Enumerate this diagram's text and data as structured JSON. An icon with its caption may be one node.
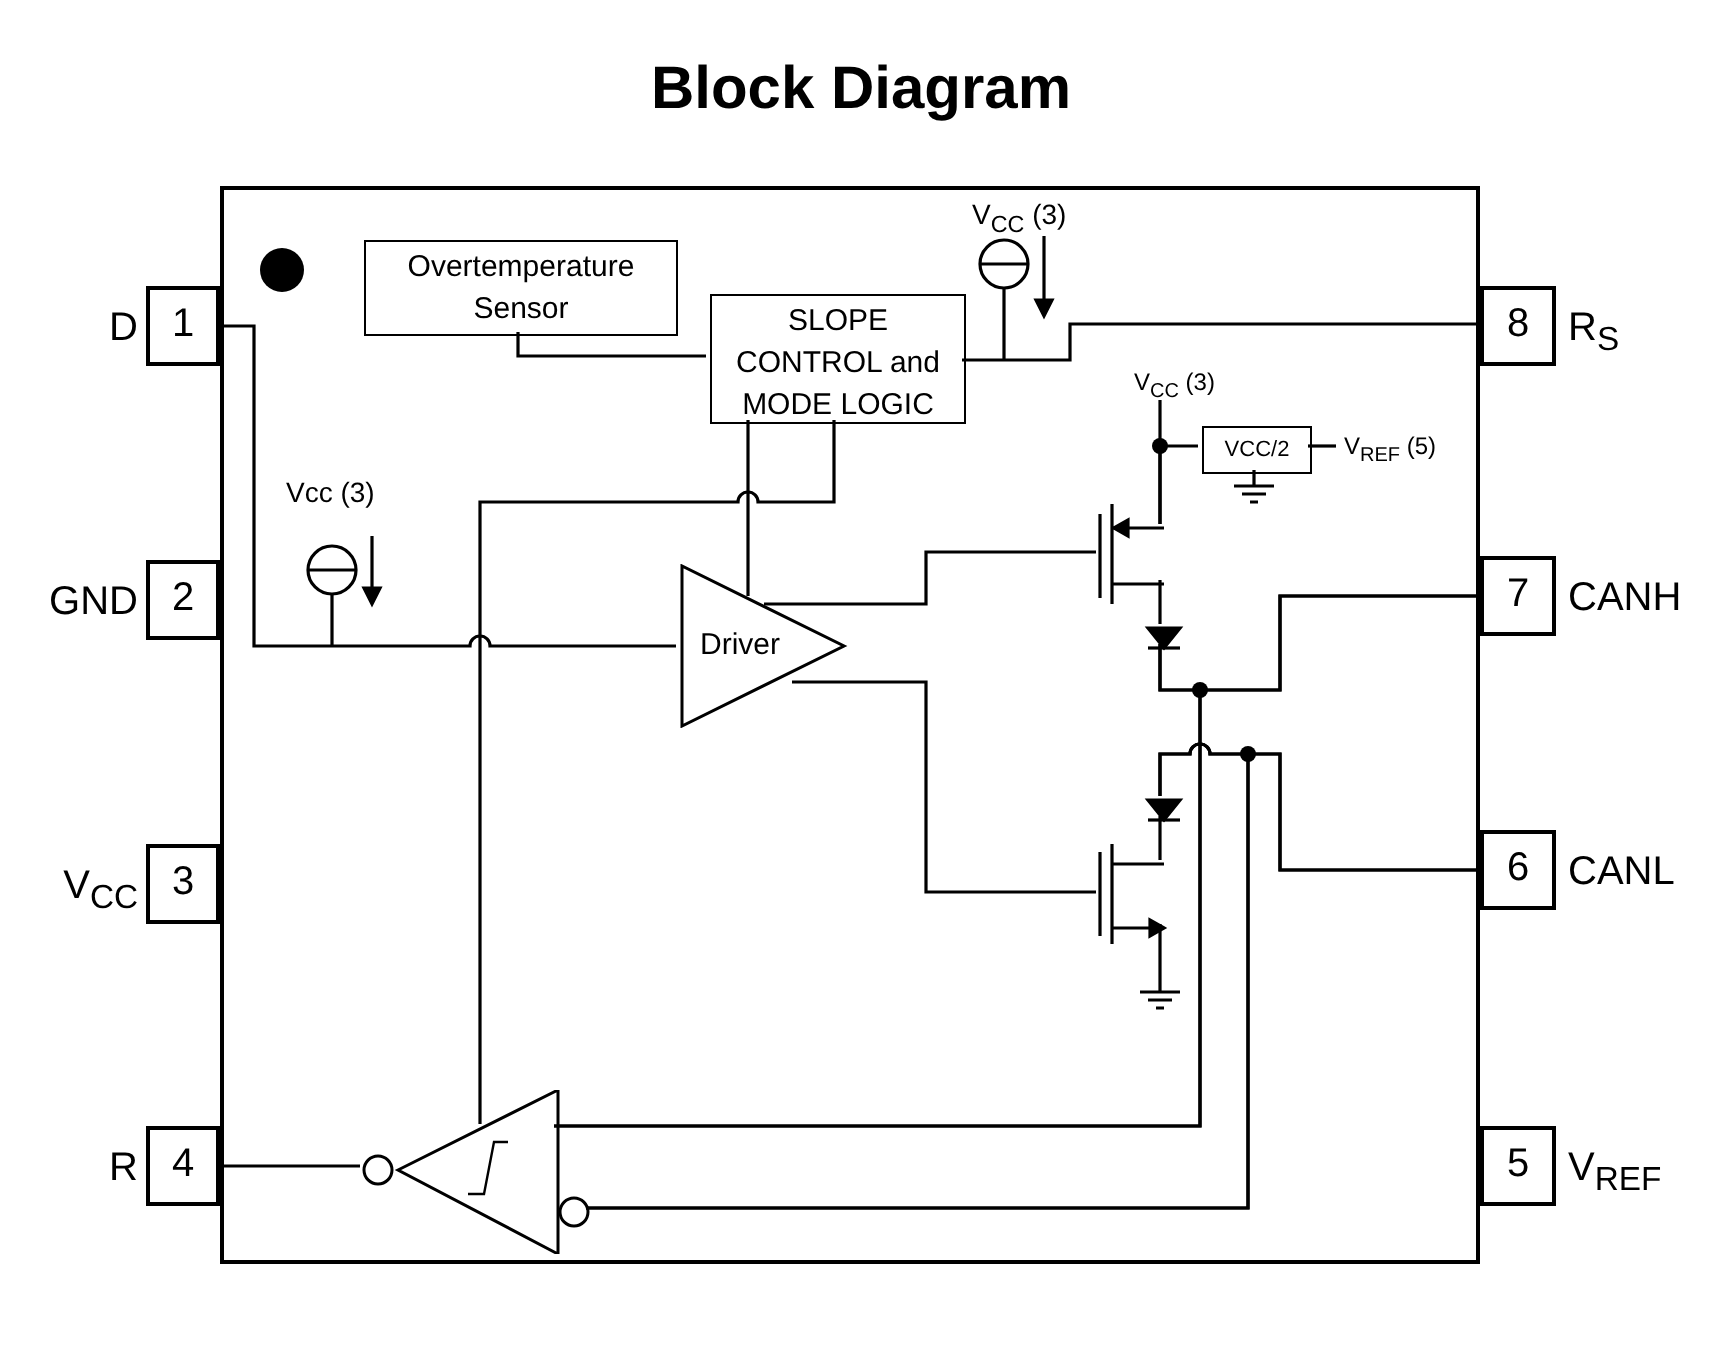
{
  "diagram": {
    "title": "Block Diagram",
    "nodes": [
      {
        "text": [],
        "shape": "box"
      },
      {
        "text": [
          "1"
        ],
        "beside": [
          "D"
        ]
      },
      {
        "text": [
          "2"
        ],
        "beside": [
          "GND"
        ]
      },
      {
        "text": [
          "3"
        ],
        "beside": [
          "V$_{CC}$"
        ]
      },
      {
        "text": [
          "4"
        ],
        "beside": [
          "R"
        ]
      },
      {
        "text": [
          "8"
        ],
        "beside": [
          "R$_{S}$"
        ]
      },
      {
        "text": [
          "7"
        ],
        "beside": [
          "CANH"
        ]
      },
      {
        "text": [
          "6"
        ],
        "beside": [
          "CANL"
        ]
      },
      {
        "text": [
          "5"
        ],
        "beside": [
          "V$_{REF}$"
        ]
      },
      {
        "text": [
          "Overtemperature Sensor"
        ],
        "in": 0
      },
      {
        "text": [
          "SLOPE CONTROL and MODE LOGIC"
        ],
        "in": 0
      },
      {
        "text": [
          "Driver"
        ],
        "in": 0
      },
      {
        "text": [
          "VCC/2"
        ],
        "in": 0
      },
      {
        "text": [],
        "shape": "triangle",
        "in": 0
      },
      {
        "text": [
          "V$_{REF}$ (5)"
        ],
        "in": 0
      },
      {
        "text": [],
        "shape": "transistor",
        "in": 0
      },
      {
        "text": [],
        "shape": "transistor",
        "in": 0
      },
      {
        "text": [
          "V$_{CC}$ (3)"
        ],
        "in": 0
      },
      {
        "text": [],
        "shape": "diode",
        "in": 0
      },
      {
        "text": [],
        "shape": "diode",
        "in": 0
      }
    ],
    "edges": [
      {
        "from": 9,
        "to": 10,
        "arrow": "none"
      },
      {
        "from": 10,
        "to": 5,
        "arrow": "none"
      },
      {
        "from": 1,
        "to": 11,
        "arrow": "none"
      },
      {
        "from": 10,
        "to": 11,
        "arrow": "none"
      },
      {
        "from": 13,
        "to": 10,
        "arrow": "none"
      },
      {
        "from": 4,
        "to": 13,
        "arrow": "none"
      },
      {
        "from": 6,
        "to": 13,
        "arrow": "none"
      },
      {
        "from": 7,
        "to": 13,
        "arrow": "none"
      },
      {
        "from": 12,
        "to": 14,
        "arrow": "none"
      },
      {
        "from": 11,
        "to": 15,
        "arrow": "none"
      },
      {
        "from": 11,
        "to": 16,
        "arrow": "none"
      },
      {
        "from": 17,
        "to": 15,
        "arrow": "none"
      },
      {
        "from": 12,
        "to": 15,
        "arrow": "none"
      },
      {
        "from": 15,
        "to": 18,
        "arrow": "none"
      },
      {
        "from": 18,
        "to": 6,
        "arrow": "none"
      },
      {
        "from": 18,
        "to": 13,
        "arrow": "none"
      },
      {
        "from": 19,
        "to": 16,
        "arrow": "none"
      },
      {
        "from": 19,
        "to": 7,
        "arrow": "none"
      },
      {
        "from": 19,
        "to": 13,
        "arrow": "none"
      }
    ],
    "labels": [
      "V$_{CC}$ (3)",
      "Vcc (3)"
    ]
  }
}
